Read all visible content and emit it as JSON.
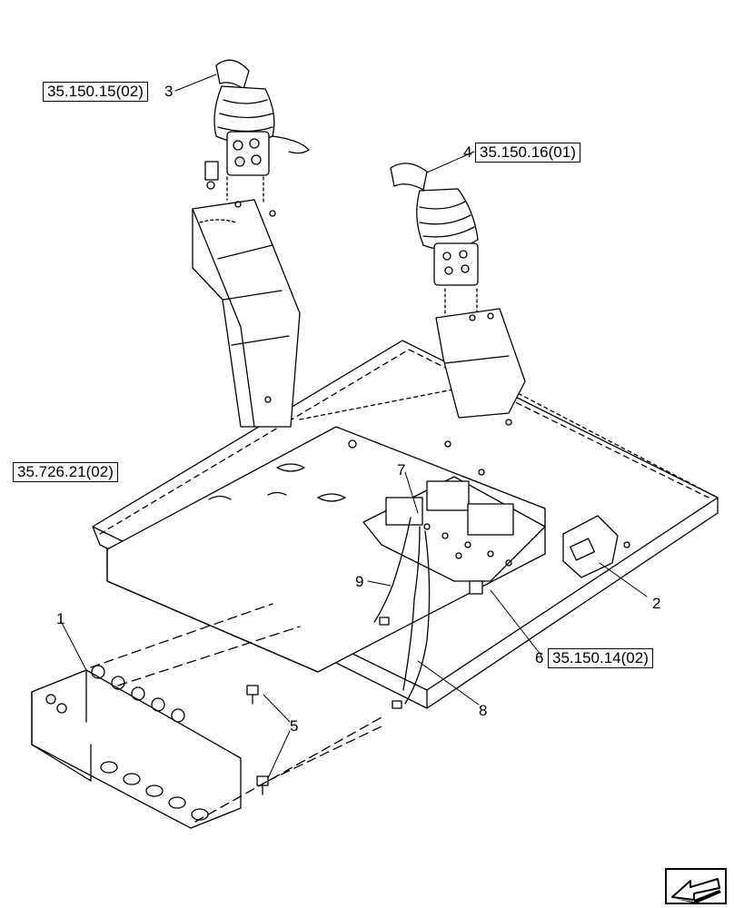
{
  "references": {
    "ref_3": "35.150.15(02)",
    "ref_4": "35.150.16(01)",
    "ref_frame": "35.726.21(02)",
    "ref_6": "35.150.14(02)"
  },
  "callouts": {
    "c1": "1",
    "c2": "2",
    "c3": "3",
    "c4": "4",
    "c5": "5",
    "c6": "6",
    "c7": "7",
    "c8": "8",
    "c9": "9"
  },
  "colors": {
    "line": "#000000",
    "background": "#ffffff"
  },
  "icons": {
    "navigation": "previous-page-arrow-icon"
  }
}
